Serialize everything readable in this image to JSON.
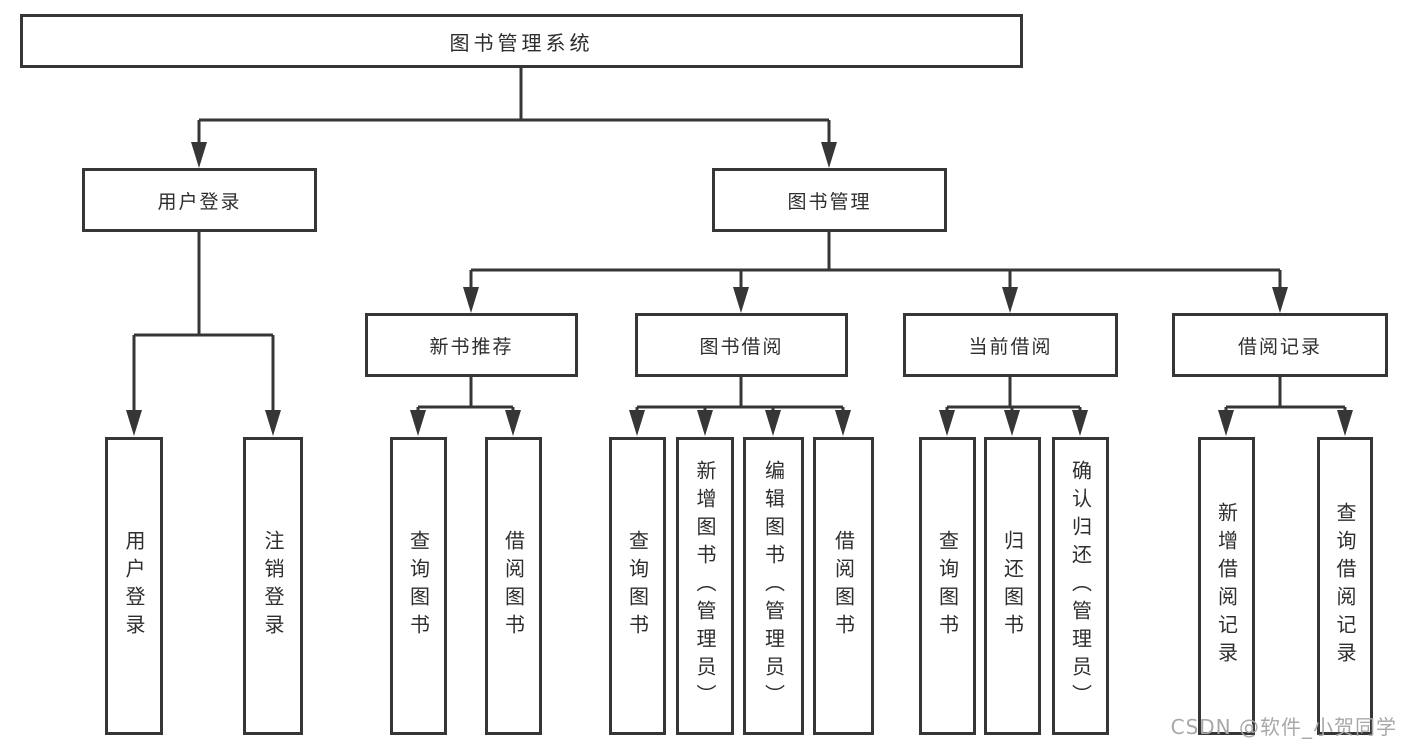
{
  "tree": {
    "root": {
      "label": "图书管理系统",
      "children": [
        {
          "label": "用户登录",
          "children": [
            {
              "label": "用户登录"
            },
            {
              "label": "注销登录"
            }
          ]
        },
        {
          "label": "图书管理",
          "children": [
            {
              "label": "新书推荐",
              "children": [
                {
                  "label": "查询图书"
                },
                {
                  "label": "借阅图书"
                }
              ]
            },
            {
              "label": "图书借阅",
              "children": [
                {
                  "label": "查询图书"
                },
                {
                  "label": "新增图书（管理员）"
                },
                {
                  "label": "编辑图书（管理员）"
                },
                {
                  "label": "借阅图书"
                }
              ]
            },
            {
              "label": "当前借阅",
              "children": [
                {
                  "label": "查询图书"
                },
                {
                  "label": "归还图书"
                },
                {
                  "label": "确认归还（管理员）"
                }
              ]
            },
            {
              "label": "借阅记录",
              "children": [
                {
                  "label": "新增借阅记录"
                },
                {
                  "label": "查询借阅记录"
                }
              ]
            }
          ]
        }
      ]
    }
  },
  "watermark": {
    "text": "CSDN @软件_小贺同学"
  },
  "colors": {
    "line": "#363636",
    "box_border": "#363636",
    "text": "#2e2e2e",
    "watermark": "#a8a8a8",
    "background": "#ffffff"
  }
}
